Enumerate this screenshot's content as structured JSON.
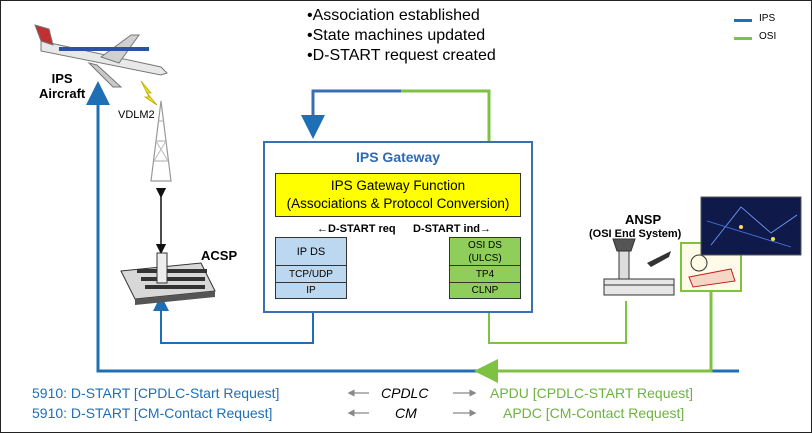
{
  "colors": {
    "ips": "#1f6fb5",
    "osi": "#7ec242",
    "gateway_border": "#3a6fb6",
    "function_fill": "#ffff00",
    "ips_stack_fill": "#bcd8f0",
    "osi_stack_fill": "#8fce5a"
  },
  "legend": {
    "ips": "IPS",
    "osi": "OSI"
  },
  "bullets": [
    "Association established",
    "State machines updated",
    "D-START request created"
  ],
  "aircraft": {
    "label_line1": "IPS",
    "label_line2": "Aircraft",
    "icon": "airplane-icon"
  },
  "vdlm2": "VDLM2",
  "acsp": {
    "label": "ACSP",
    "icon": "building-icon"
  },
  "gateway": {
    "title": "IPS Gateway",
    "function_line1": "IPS Gateway Function",
    "function_line2": "(Associations & Protocol Conversion)",
    "dstart_req": "←D-START req",
    "dstart_ind": "D-START ind→",
    "ips_stack": [
      "IP DS",
      "TCP/UDP",
      "IP"
    ],
    "osi_stack": [
      "OSI DS (ULCS)",
      "TP4",
      "CLNP"
    ]
  },
  "ansp": {
    "label": "ANSP",
    "sublabel": "(OSI End System)",
    "icon": "control-tower-icon"
  },
  "bottom": {
    "left": [
      "5910: D-START [CPDLC-Start Request]",
      "5910: D-START [CM-Contact Request]"
    ],
    "middle": [
      "CPDLC",
      "CM"
    ],
    "right": [
      "APDU [CPDLC-START Request]",
      "APDC [CM-Contact Request]"
    ]
  }
}
